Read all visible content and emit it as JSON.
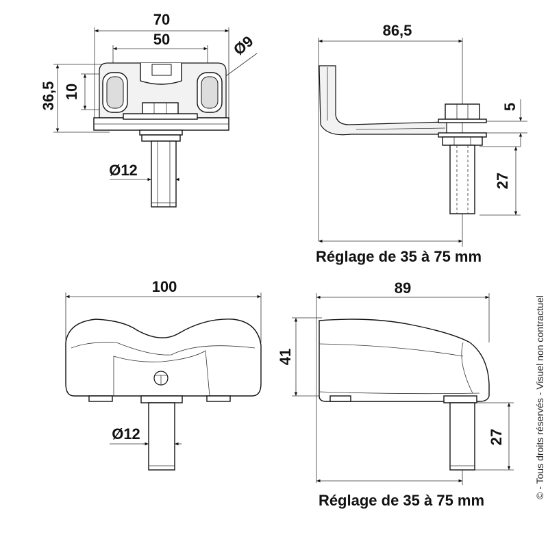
{
  "views": {
    "front_bracket": {
      "width_outer": "70",
      "width_inner": "50",
      "hole": "Ø9",
      "height": "36,5",
      "slot": "10",
      "pin": "Ø12"
    },
    "side_bracket": {
      "length": "86,5",
      "thickness": "5",
      "pin_length": "27",
      "caption": "Réglage de 35 à 75 mm"
    },
    "front_cover": {
      "width": "100",
      "pin": "Ø12"
    },
    "side_cover": {
      "length": "89",
      "height": "41",
      "pin_length": "27",
      "caption": "Réglage de 35 à 75 mm"
    }
  },
  "copyright": "© - Tous droits réservés - Visuel non contractuel"
}
